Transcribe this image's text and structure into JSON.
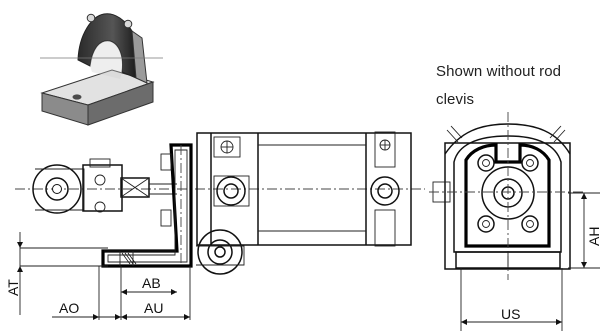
{
  "note": {
    "line1": "Shown without rod",
    "line2": "clevis"
  },
  "dimensions": {
    "at": "AT",
    "ao": "AO",
    "au": "AU",
    "ab": "AB",
    "ah": "AH",
    "us": "US"
  },
  "colors": {
    "bracket_dark": "#2a2a2a",
    "bracket_mid": "#6f6f6f",
    "bracket_light": "#bdbdbd",
    "line": "#111111"
  }
}
